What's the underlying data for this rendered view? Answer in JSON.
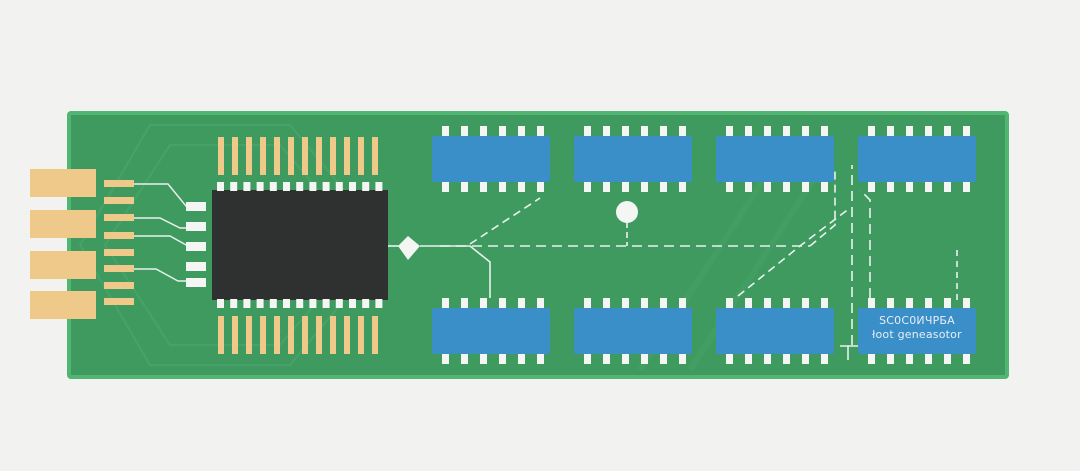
{
  "board": {
    "colors": {
      "background": "#f2f2f1",
      "pcb": "#3f9a60",
      "pcb_edge": "#52b673",
      "gold": "#eec98a",
      "ic_body": "#2f3030",
      "chip_blue": "#3a8fc8",
      "pin": "#f4f6f4",
      "trace": "#e9f2ec"
    },
    "components": {
      "edge_connector_pads": 4,
      "main_ic": "microcontroller",
      "memory_chips": 8,
      "pins_per_chip_side": 6
    },
    "chip_label": {
      "line1": "ЅС0С0ИЧРБА",
      "line2": "łoot geneasotor"
    }
  }
}
